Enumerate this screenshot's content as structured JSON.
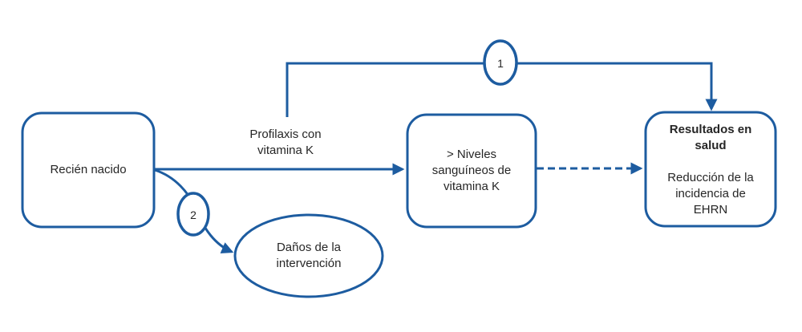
{
  "figure": {
    "background": "#ffffff",
    "accent_color": "#1D5CA0",
    "text_color": "#262626",
    "nodes": {
      "newborn": "Recién nacido",
      "blood_levels": "> Niveles\nsanguíneos de\nvitamina K",
      "outcomes_title": "Resultados en\nsalud",
      "outcomes_body": "Reducción de la\nincidencia de\nEHRN",
      "harms": "Daños de la\nintervención"
    },
    "labels": {
      "intervention": "Profilaxis con\nvitamina K",
      "marker_1": "1",
      "marker_2": "2"
    }
  }
}
